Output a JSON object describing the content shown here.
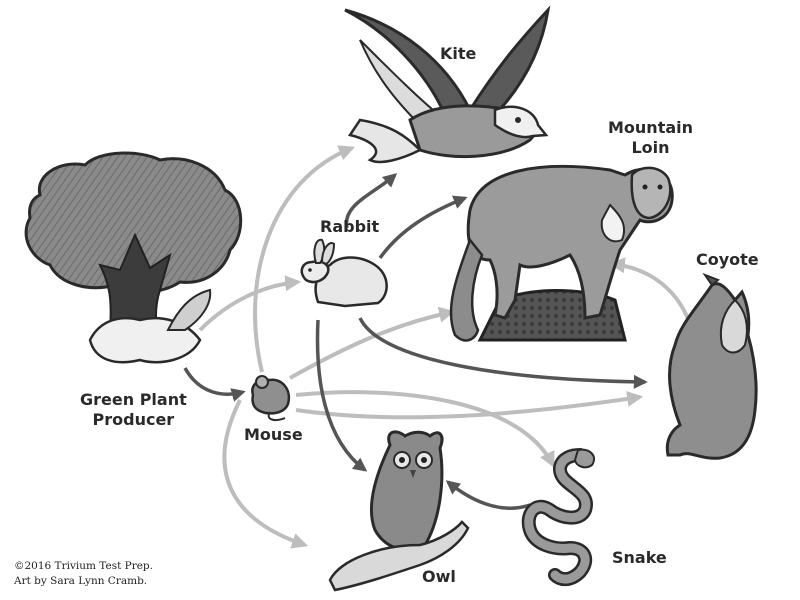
{
  "labels": {
    "kite": "Kite",
    "mountain_lion_line1": "Mountain",
    "mountain_lion_line2": "Loin",
    "rabbit": "Rabbit",
    "coyote": "Coyote",
    "green_plant_line1": "Green Plant",
    "green_plant_line2": "Producer",
    "mouse": "Mouse",
    "owl": "Owl",
    "snake": "Snake"
  },
  "credit": {
    "line1": "©2016 Trivium Test Prep.",
    "line2": "Art by Sara Lynn Cramb."
  },
  "food_web": {
    "nodes": [
      "Green Plant Producer",
      "Mouse",
      "Rabbit",
      "Kite",
      "Mountain Loin",
      "Coyote",
      "Owl",
      "Snake"
    ],
    "edges": [
      {
        "from": "Green Plant Producer",
        "to": "Rabbit"
      },
      {
        "from": "Green Plant Producer",
        "to": "Mouse"
      },
      {
        "from": "Rabbit",
        "to": "Kite"
      },
      {
        "from": "Rabbit",
        "to": "Mountain Loin"
      },
      {
        "from": "Rabbit",
        "to": "Coyote"
      },
      {
        "from": "Rabbit",
        "to": "Owl"
      },
      {
        "from": "Mouse",
        "to": "Kite"
      },
      {
        "from": "Mouse",
        "to": "Mountain Loin"
      },
      {
        "from": "Mouse",
        "to": "Coyote"
      },
      {
        "from": "Mouse",
        "to": "Snake"
      },
      {
        "from": "Mouse",
        "to": "Owl"
      },
      {
        "from": "Snake",
        "to": "Owl"
      },
      {
        "from": "Coyote",
        "to": "Mountain Loin"
      }
    ]
  }
}
